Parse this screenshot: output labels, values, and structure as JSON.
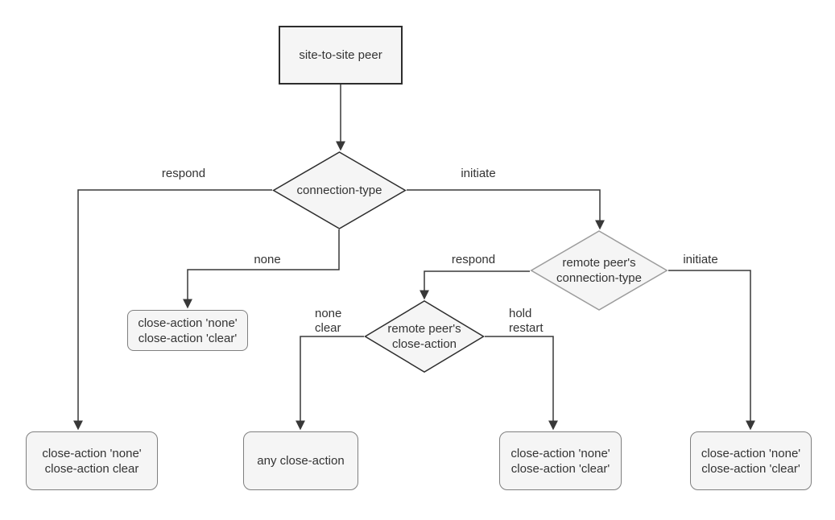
{
  "colors": {
    "background": "#ffffff",
    "node_fill": "#f5f5f5",
    "dark_border": "#2d2d2d",
    "gray_border": "#9c9c9c",
    "box_border": "#7f7f7f",
    "line": "#383838",
    "text": "#333333"
  },
  "nodes": {
    "start": {
      "label": "site-to-site peer"
    },
    "connection_type": {
      "label": "connection-type"
    },
    "remote_connection_type": {
      "line1": "remote peer's",
      "line2": "connection-type"
    },
    "remote_close_action": {
      "line1": "remote peer's",
      "line2": "close-action"
    },
    "result_none_mid": {
      "line1": "close-action 'none'",
      "line2": "close-action 'clear'"
    },
    "result_respond": {
      "line1": "close-action 'none'",
      "line2": "close-action clear"
    },
    "result_any": {
      "line1": "any close-action"
    },
    "result_hold_restart": {
      "line1": "close-action 'none'",
      "line2": "close-action 'clear'"
    },
    "result_initiate": {
      "line1": "close-action 'none'",
      "line2": "close-action 'clear'"
    }
  },
  "edges": {
    "respond": "respond",
    "initiate": "initiate",
    "none": "none",
    "respond_inner": "respond",
    "initiate_inner": "initiate",
    "none_clear": {
      "line1": "none",
      "line2": "clear"
    },
    "hold_restart": {
      "line1": "hold",
      "line2": "restart"
    }
  }
}
